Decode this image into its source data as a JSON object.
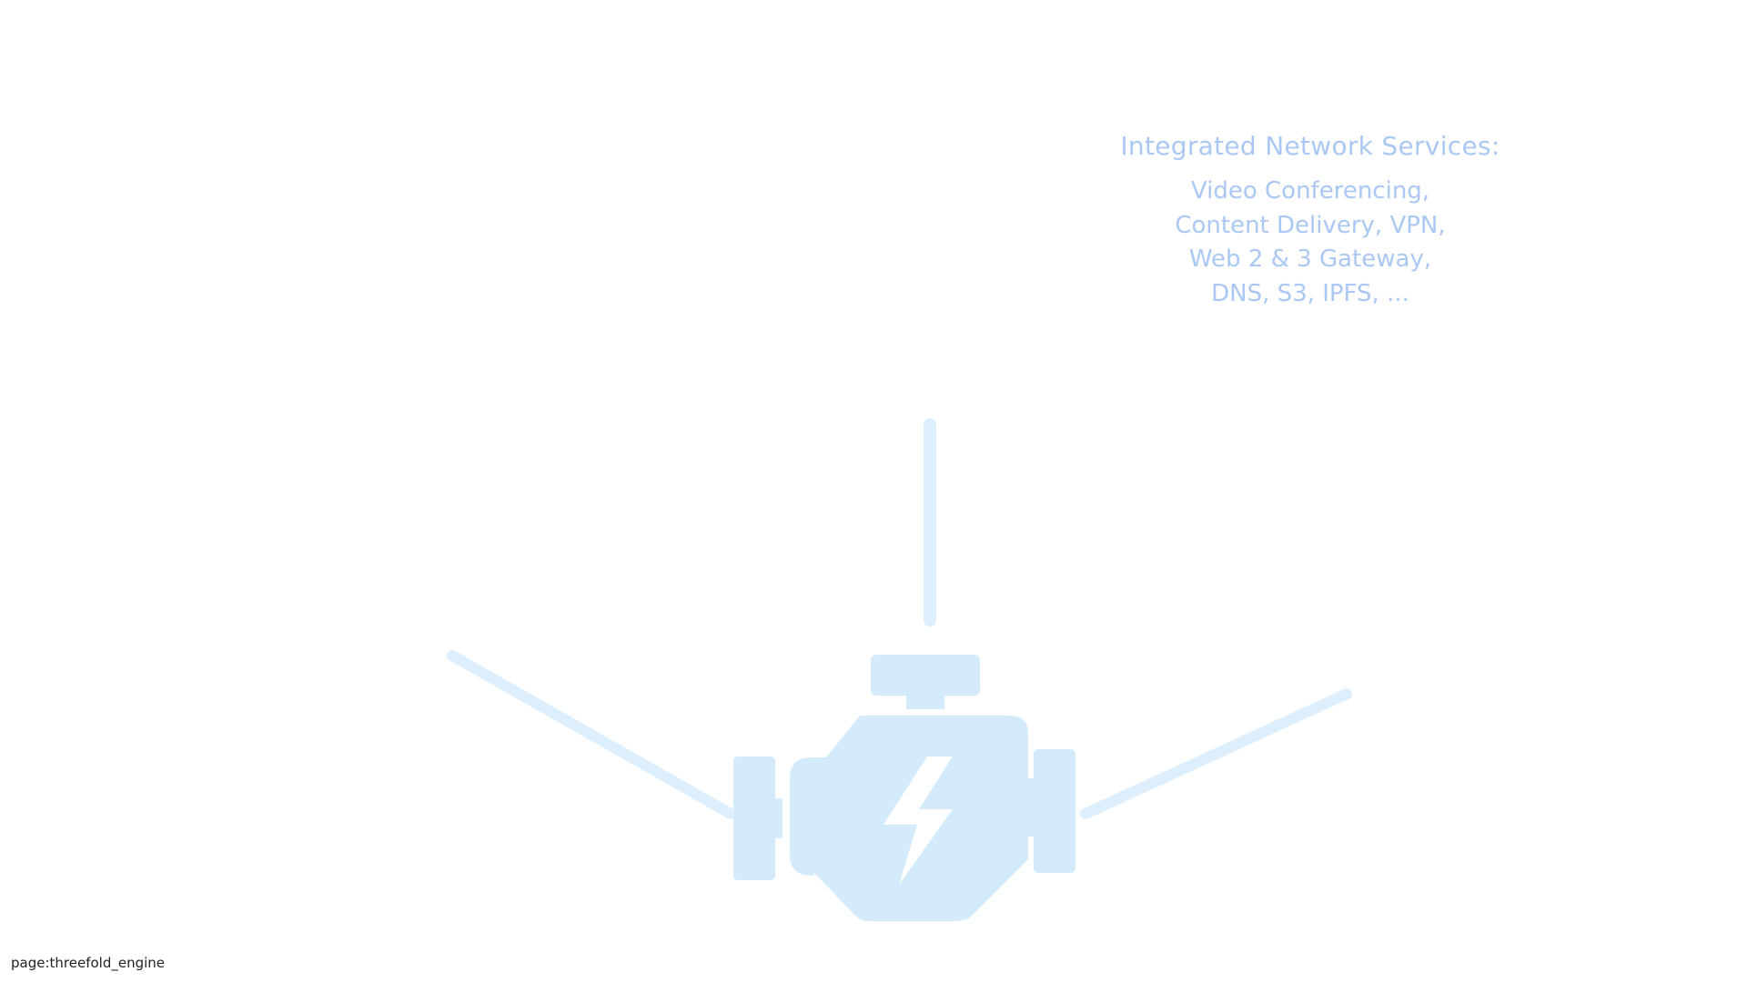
{
  "colors": {
    "engine": "#d4ebfb",
    "lines": "#ddeffc",
    "bolt": "#ffffff",
    "services_text": "#aac8f3",
    "page_label": "#222222"
  },
  "services": {
    "title": "Integrated Network Services:",
    "items": [
      "Video Conferencing,",
      "Content Delivery, VPN,",
      "Web 2 & 3 Gateway,",
      "DNS, S3, IPFS, ..."
    ]
  },
  "engine": {
    "icon": "engine-icon",
    "bolt_icon": "lightning-bolt-icon"
  },
  "page_label": "page:threefold_engine"
}
